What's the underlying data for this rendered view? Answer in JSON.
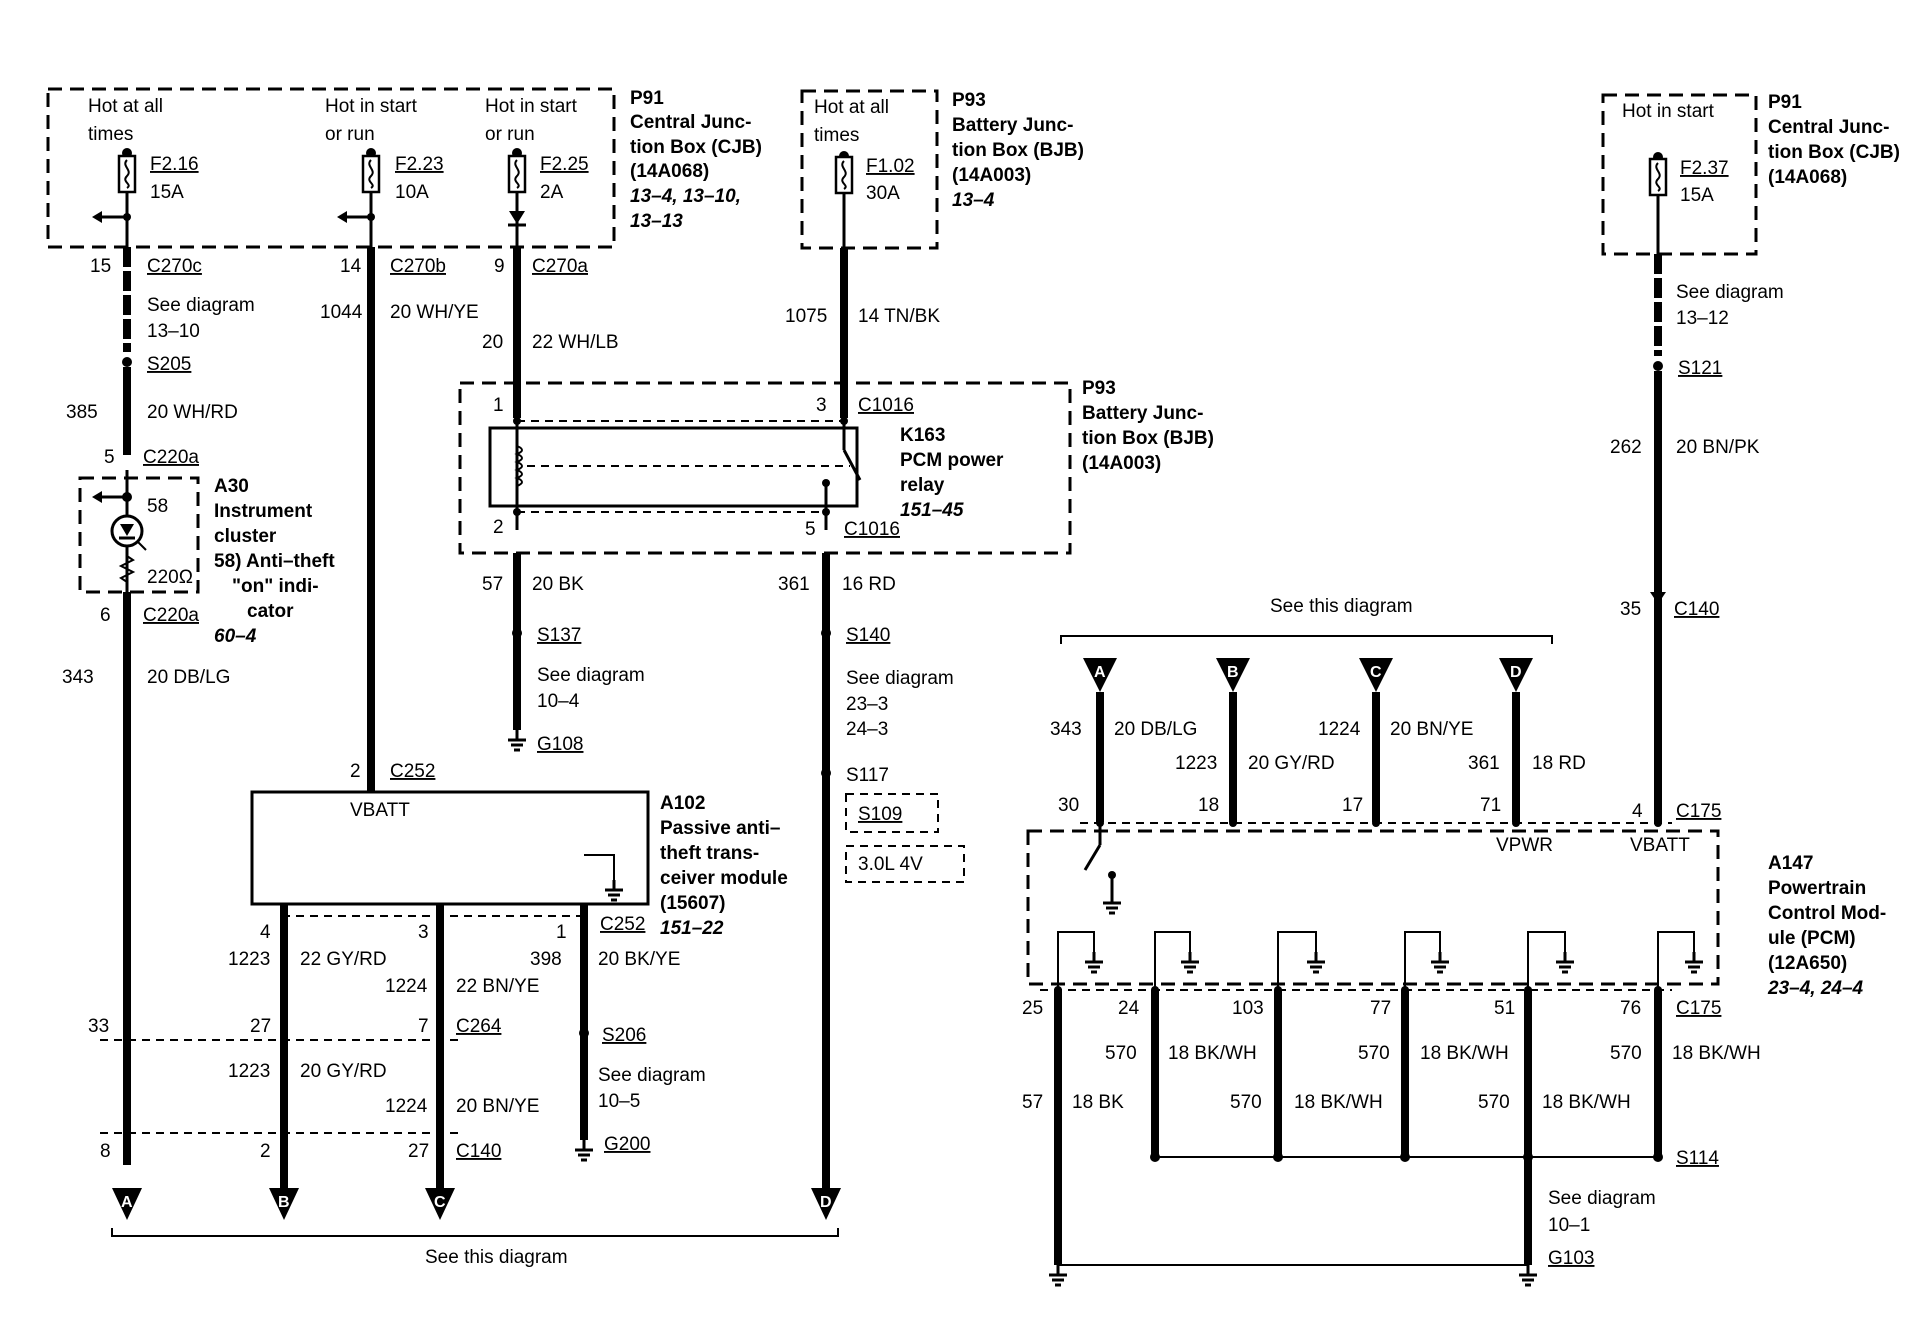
{
  "top_left_box": {
    "circuits": [
      {
        "hot_line1": "Hot at all",
        "hot_line2": "times",
        "fuse": "F2.16",
        "amps": "15A",
        "pin": "15",
        "conn": "C270c"
      },
      {
        "hot_line1": "Hot in start",
        "hot_line2": "or run",
        "fuse": "F2.23",
        "amps": "10A",
        "pin": "14",
        "conn": "C270b"
      },
      {
        "hot_line1": "Hot in start",
        "hot_line2": "or run",
        "fuse": "F2.25",
        "amps": "2A",
        "pin": "9",
        "conn": "C270a"
      }
    ],
    "label": [
      "P91",
      "Central Junc-",
      "tion Box (CJB)",
      "(14A068)"
    ],
    "refs": [
      "13–4, 13–10,",
      "13–13"
    ]
  },
  "top_mid_box": {
    "hot_line1": "Hot at all",
    "hot_line2": "times",
    "fuse": "F1.02",
    "amps": "30A",
    "label": [
      "P93",
      "Battery Junc-",
      "tion Box (BJB)",
      "(14A003)"
    ],
    "refs": "13–4"
  },
  "top_right_box": {
    "hot_line1": "Hot in start",
    "fuse": "F2.37",
    "amps": "15A",
    "label": [
      "P91",
      "Central Junc-",
      "tion Box (CJB)",
      "(14A068)"
    ]
  },
  "left_branch": {
    "see_diagram": [
      "See diagram",
      "13–10"
    ],
    "splice": "S205",
    "wire1_num": "385",
    "wire1_color": "20 WH/RD",
    "pin5": "5",
    "conn5": "C220a",
    "cluster_label": [
      "A30",
      "Instrument",
      "cluster",
      "58) Anti–theft",
      "\"on\" indi-",
      "cator"
    ],
    "cluster_ref": "60–4",
    "pin58": "58",
    "resistor": "220Ω",
    "pin6": "6",
    "conn6": "C220a",
    "wire2_num": "343",
    "wire2_color": "20 DB/LG"
  },
  "wire_1044": {
    "num": "1044",
    "color": "20 WH/YE"
  },
  "wire_20": {
    "num": "20",
    "color": "22 WH/LB"
  },
  "wire_1075": {
    "num": "1075",
    "color": "14 TN/BK"
  },
  "relay_box": {
    "pin1": "1",
    "pin3": "3",
    "conn_top": "C1016",
    "pin2": "2",
    "pin5": "5",
    "conn_bot": "C1016",
    "relay_label": [
      "K163",
      "PCM power",
      "relay"
    ],
    "relay_ref": "151–45",
    "label": [
      "P93",
      "Battery Junc-",
      "tion Box (BJB)",
      "(14A003)"
    ]
  },
  "wire_57a": {
    "num": "57",
    "color": "20 BK",
    "splice": "S137",
    "see": [
      "See diagram",
      "10–4"
    ],
    "ground": "G108"
  },
  "wire_361a": {
    "num": "361",
    "color": "16 RD",
    "splice": "S140",
    "see": [
      "See diagram",
      "23–3",
      "24–3"
    ],
    "s117": "S117",
    "s109": "S109",
    "engine": "3.0L 4V"
  },
  "pats": {
    "pin2": "2",
    "conn": "C252",
    "vbatt": "VBATT",
    "label": [
      "A102",
      "Passive anti–",
      "theft trans-",
      "ceiver module",
      "(15607)"
    ],
    "ref": "151–22",
    "pin4": "4",
    "pin3": "3",
    "pin1": "1",
    "conn_bot": "C252",
    "w1223": "1223",
    "c1223": "22 GY/RD",
    "w1224": "1224",
    "c1224": "22 BN/YE",
    "w398": "398",
    "c398": "20 BK/YE",
    "s206": "S206",
    "see": [
      "See diagram",
      "10–5"
    ],
    "ground": "G200"
  },
  "c264": {
    "p33": "33",
    "p27": "27",
    "p7": "7",
    "conn": "C264",
    "w1223": "1223",
    "c1223": "20 GY/RD",
    "w1224": "1224",
    "c1224": "20 BN/YE"
  },
  "c140_left": {
    "p8": "8",
    "p2": "2",
    "p27": "27",
    "conn": "C140"
  },
  "left_connectors": [
    "A",
    "B",
    "C",
    "D"
  ],
  "see_this_diagram_bottom": "See this diagram",
  "see_this_diagram_top": "See this diagram",
  "right_top_inputs": [
    {
      "letter": "A",
      "num": "343",
      "color": "20 DB/LG",
      "pin": "30"
    },
    {
      "letter": "B",
      "num": "1223",
      "color": "20 GY/RD",
      "pin": "18"
    },
    {
      "letter": "C",
      "num": "1224",
      "color": "20 BN/YE",
      "pin": "17"
    },
    {
      "letter": "D",
      "num": "361",
      "color": "18 RD",
      "pin": "71"
    }
  ],
  "right_feed": {
    "see": [
      "See diagram",
      "13–12"
    ],
    "splice": "S121",
    "num": "262",
    "color": "20 BN/PK",
    "pin35": "35",
    "conn140": "C140",
    "pin4": "4",
    "conn175": "C175"
  },
  "pcm": {
    "vpwr": "VPWR",
    "vbatt": "VBATT",
    "label": [
      "A147",
      "Powertrain",
      "Control Mod-",
      "ule (PCM)",
      "(12A650)"
    ],
    "ref": "23–4, 24–4",
    "bottom_pins": [
      "25",
      "24",
      "103",
      "77",
      "51",
      "76"
    ],
    "conn_bot": "C175"
  },
  "pcm_grounds": {
    "w57": "57",
    "c57": "18 BK",
    "w570": "570",
    "c570": "18 BK/WH",
    "s114": "S114",
    "see": [
      "See diagram",
      "10–1"
    ],
    "ground": "G103"
  }
}
